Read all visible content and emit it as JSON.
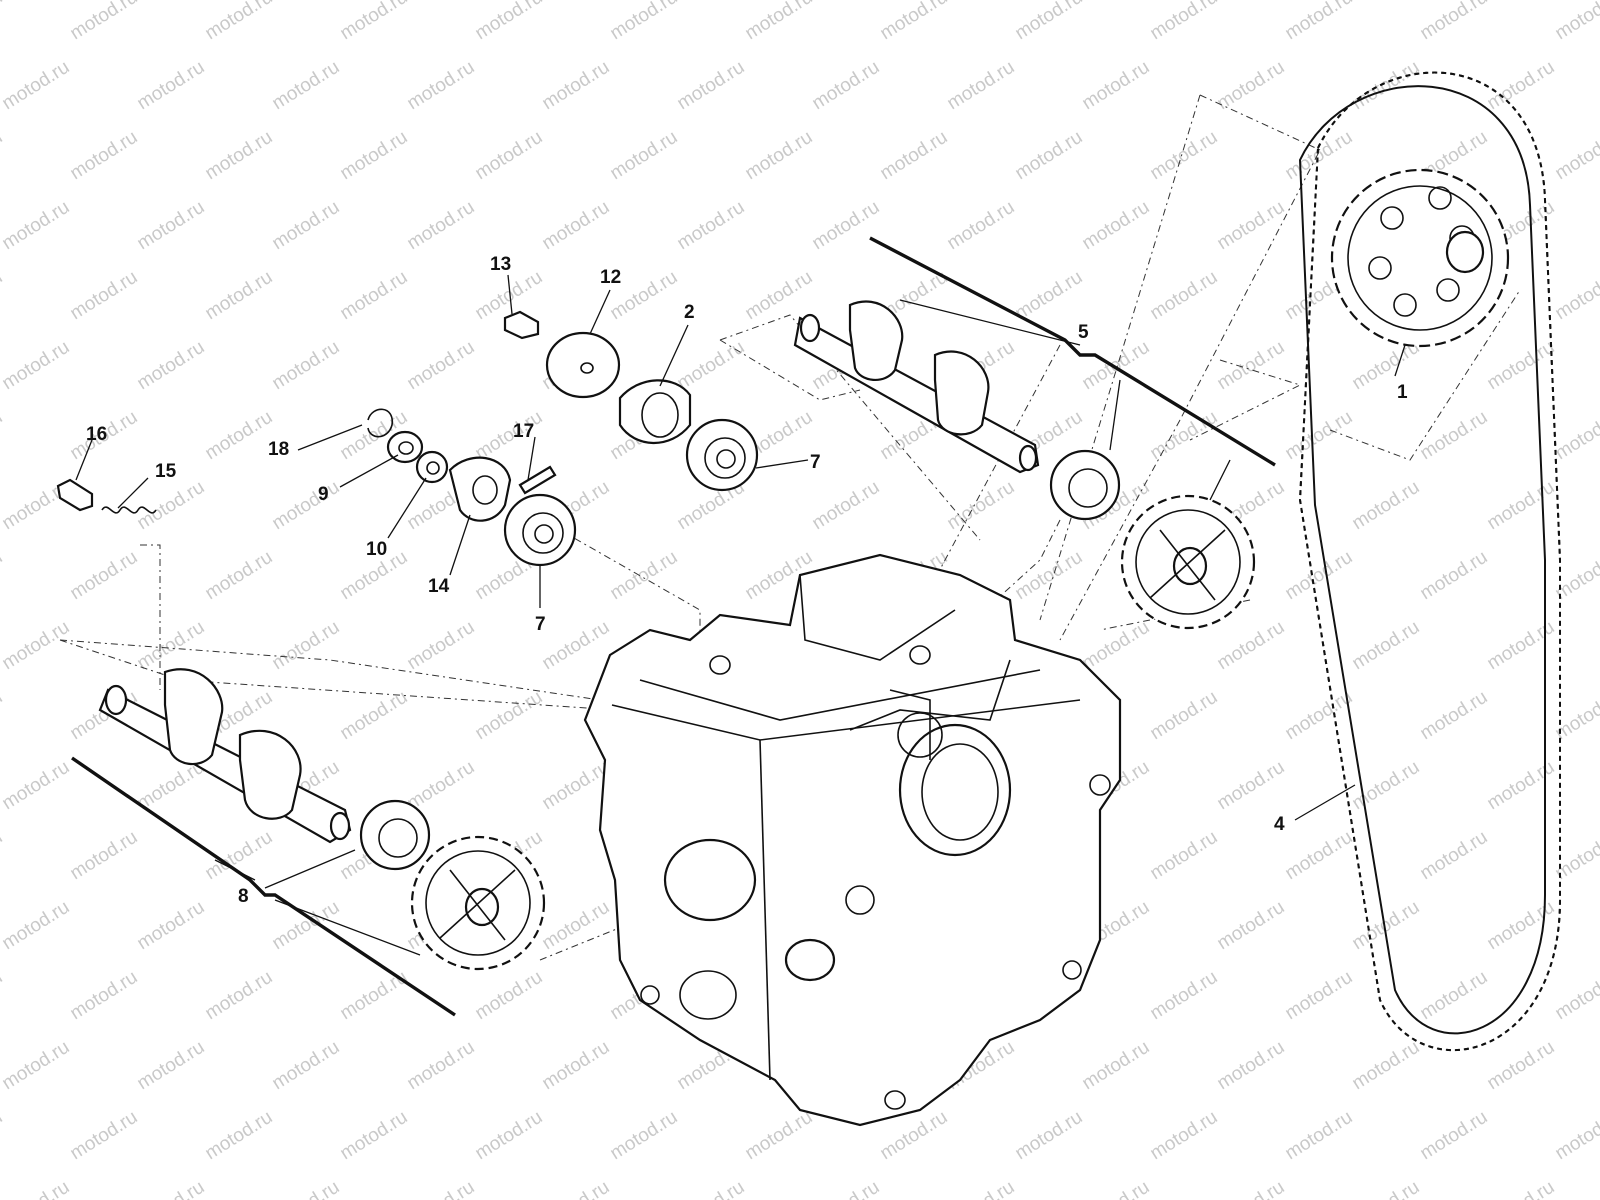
{
  "watermark": {
    "text": "motod.ru"
  },
  "callouts": {
    "c1": "1",
    "c2": "2",
    "c4": "4",
    "c5": "5",
    "c7a": "7",
    "c7b": "7",
    "c8": "8",
    "c9": "9",
    "c10": "10",
    "c12": "12",
    "c13": "13",
    "c14": "14",
    "c15": "15",
    "c16": "16",
    "c17": "17",
    "c18": "18"
  },
  "colors": {
    "ink": "#111111",
    "watermark": "#c9c9c9",
    "background": "#ffffff"
  }
}
